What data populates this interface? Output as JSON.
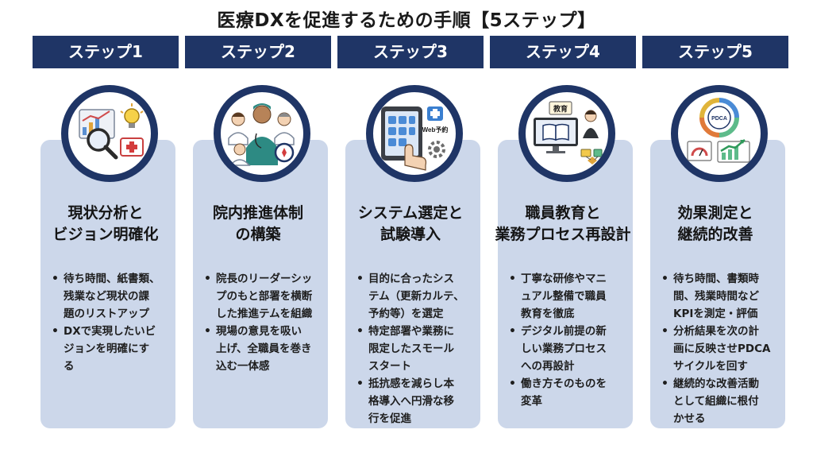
{
  "title": "医療DXを促進するための手順【5ステップ】",
  "colors": {
    "header": "#1f3566",
    "card": "#ccd7ea",
    "ring": "#1f3566"
  },
  "steps": [
    {
      "label": "ステップ1",
      "icon": "analysis-icon",
      "title": [
        "現状分析と",
        "ビジョン明確化"
      ],
      "bullets": [
        [
          "待ち時間、紙書類、",
          "残業など現状の課",
          "題のリストアップ"
        ],
        [
          "DXで実現したいビ",
          "ジョンを明確にす",
          "る"
        ]
      ]
    },
    {
      "label": "ステップ2",
      "icon": "team-icon",
      "title": [
        "院内推進体制",
        "の構築"
      ],
      "bullets": [
        [
          "院長のリーダーシッ",
          "プのもと部署を横断",
          "した推進テムを組織"
        ],
        [
          "現場の意見を吸い",
          "上げ、全職員を巻き",
          "込む一体感"
        ]
      ]
    },
    {
      "label": "ステップ3",
      "icon": "tablet-system-icon",
      "icon_text": "Web予約",
      "title": [
        "システム選定と",
        "試験導入"
      ],
      "bullets": [
        [
          "目的に合ったシス",
          "テム（更新カルテ、",
          "予約等）を選定"
        ],
        [
          "特定部署や業務に",
          "限定したスモール",
          "スタート"
        ],
        [
          "抵抗感を減らし本",
          "格導入へ円滑な移",
          "行を促進"
        ]
      ]
    },
    {
      "label": "ステップ4",
      "icon": "training-icon",
      "icon_text": "教育",
      "title": [
        "職員教育と",
        "業務プロセス再設計"
      ],
      "bullets": [
        [
          "丁寧な研修やマニ",
          "ュアル整備で職員",
          "教育を徹底"
        ],
        [
          "デジタル前提の新",
          "しい業務プロセス",
          "への再設計"
        ],
        [
          "働き方そのものを",
          "変革"
        ]
      ]
    },
    {
      "label": "ステップ5",
      "icon": "pdca-cycle-icon",
      "icon_text": "PDCA",
      "title": [
        "効果測定と",
        "継続的改善"
      ],
      "bullets": [
        [
          "待ち時間、書類時",
          "間、残業時間など",
          "KPIを測定・評価"
        ],
        [
          "分析結果を次の計",
          "画に反映させPDCA",
          "サイクルを回す"
        ],
        [
          "継続的な改善活動",
          "として組織に根付",
          "かせる"
        ]
      ]
    }
  ]
}
